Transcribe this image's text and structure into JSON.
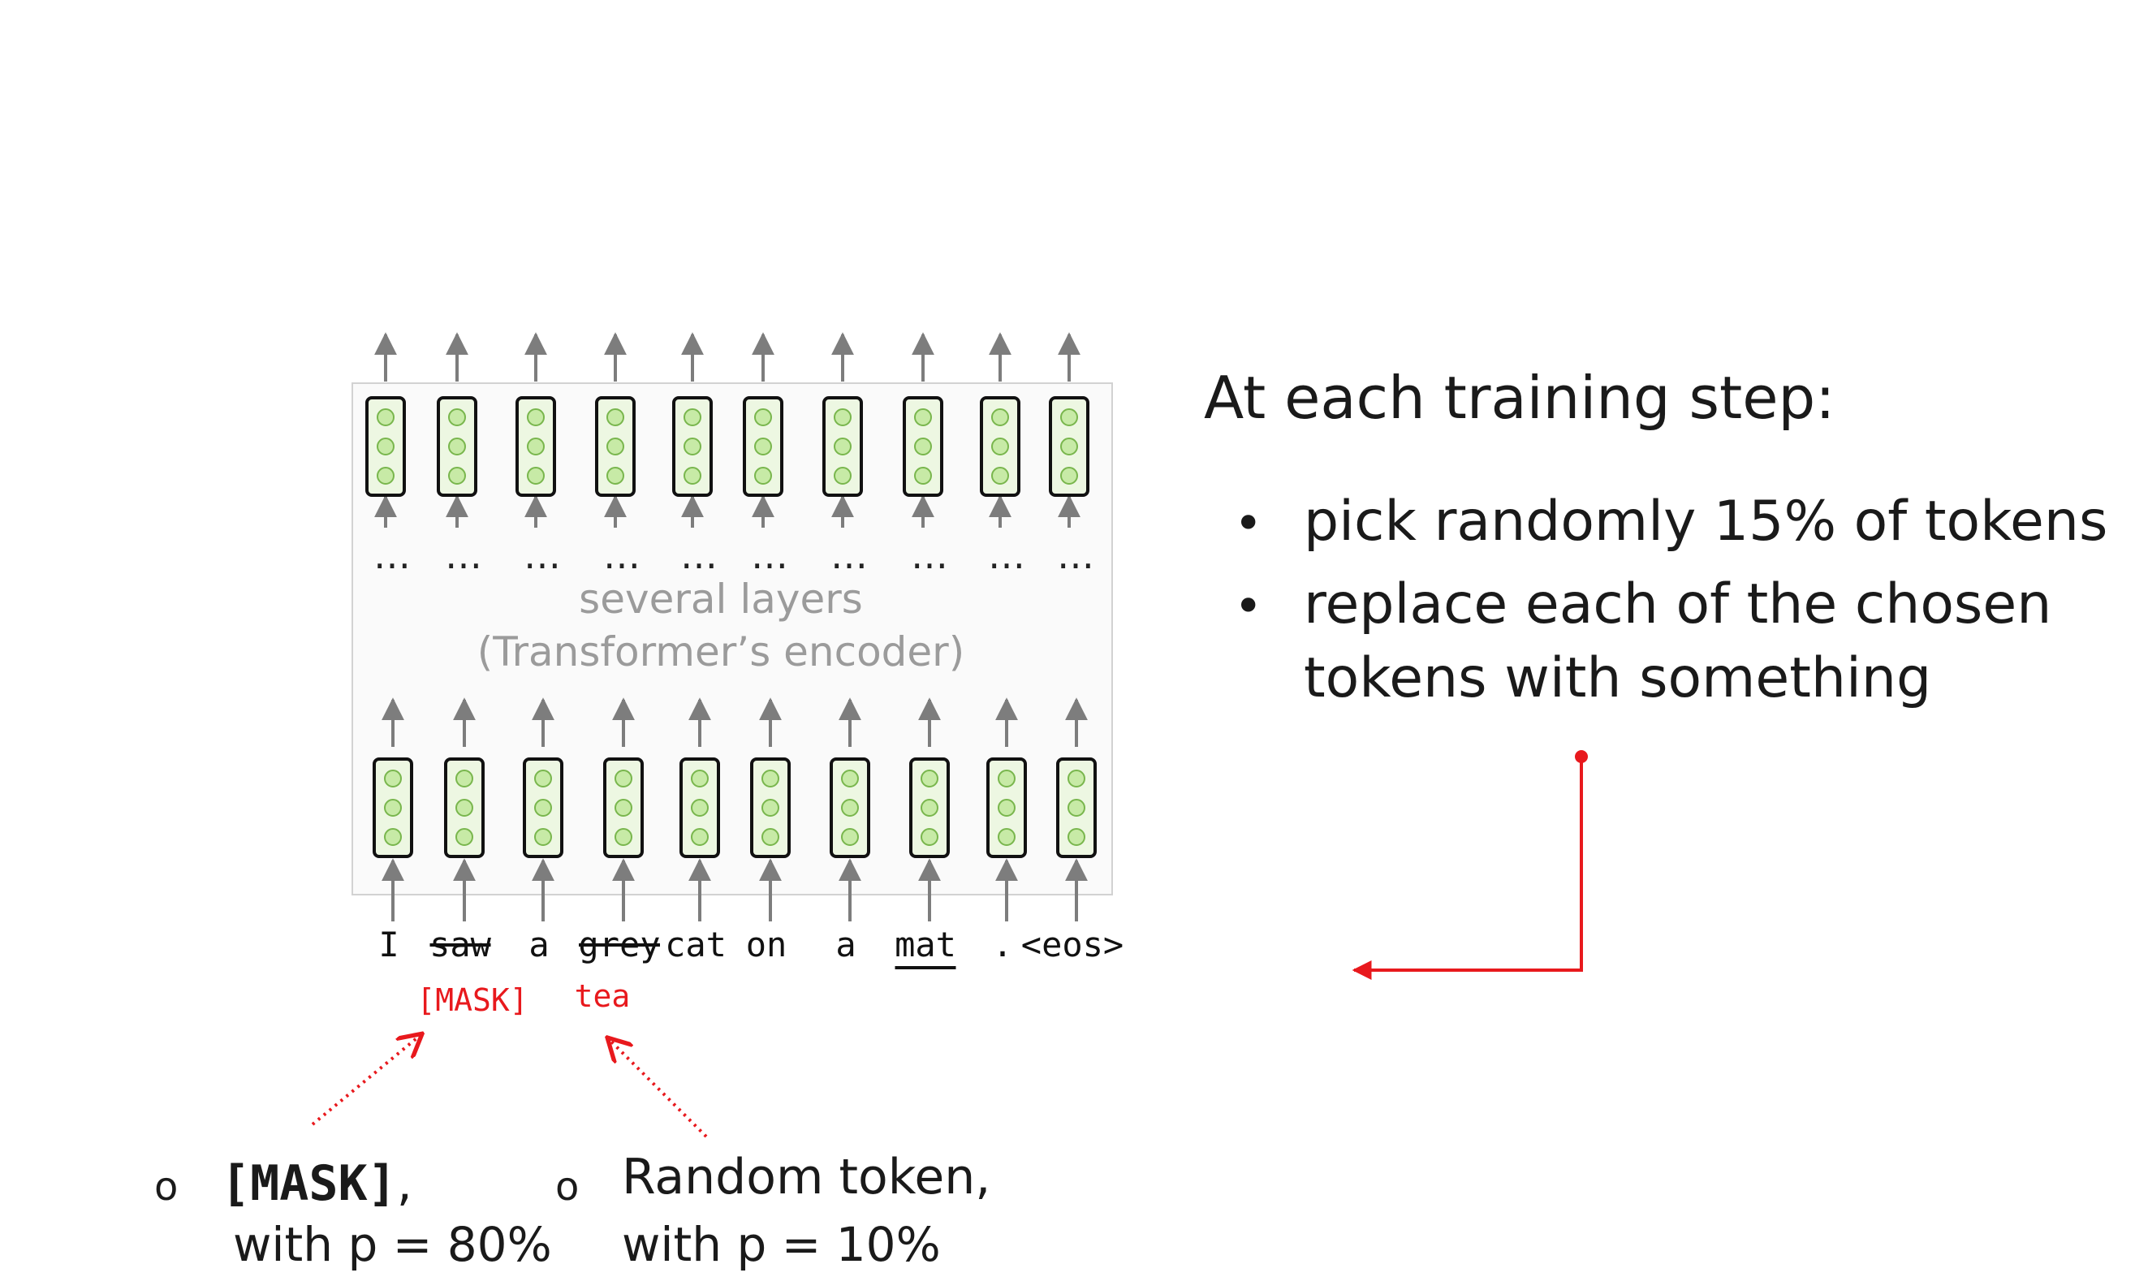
{
  "encoder": {
    "caption_line1": "several layers",
    "caption_line2": "(Transformer’s encoder)",
    "ellipsis": "…"
  },
  "tokens": [
    {
      "text": "I",
      "style": "plain"
    },
    {
      "text": "saw",
      "style": "strike"
    },
    {
      "text": "a",
      "style": "plain"
    },
    {
      "text": "grey",
      "style": "strike"
    },
    {
      "text": "cat",
      "style": "plain"
    },
    {
      "text": "on",
      "style": "plain"
    },
    {
      "text": "a",
      "style": "plain"
    },
    {
      "text": "mat",
      "style": "underline"
    },
    {
      "text": ".",
      "style": "plain"
    },
    {
      "text": "<eos>",
      "style": "plain"
    }
  ],
  "replacements": {
    "mask": "[MASK]",
    "random": "tea"
  },
  "panel": {
    "heading": "At each training step:",
    "bullet_char": "•",
    "bullets": [
      [
        "pick randomly 15% of tokens"
      ],
      [
        "replace each of the chosen",
        "tokens with something"
      ]
    ]
  },
  "options": {
    "marker": "o",
    "mask_label": "[MASK]",
    "mask_suffix": ",",
    "mask_prob": "with p = 80%",
    "random_label": "Random token,",
    "random_prob": "with p = 10%"
  },
  "colors": {
    "accent_red": "#e8191d",
    "arrow_gray": "#7d7d7d",
    "cell_fill": "#edf7e2",
    "dot_fill": "#c7eaa6",
    "dot_stroke": "#79b64d",
    "caption_gray": "#9b9b9b",
    "box_stroke": "#d2d2d2"
  }
}
